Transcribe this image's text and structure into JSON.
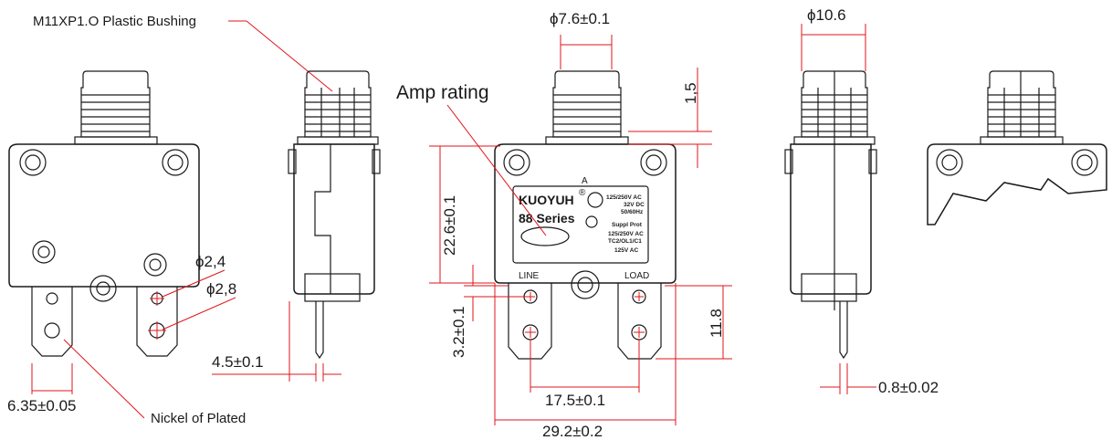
{
  "labels": {
    "bushing": "M11XP1.O Plastic Bushing",
    "amp_rating": "Amp rating",
    "nickel": "Nickel of Plated",
    "line": "LINE",
    "load": "LOAD",
    "face_a": "A"
  },
  "dimensions": {
    "hole_small": "ϕ2,4",
    "hole_large": "ϕ2,8",
    "tab_width": "6.35±0.05",
    "tab_thick": "4.5±0.1",
    "bushing_dia": "ϕ7.6±0.1",
    "cap_height": "1,5",
    "body_height": "22.6±0.1",
    "tab_offset": "3.2±0.1",
    "tab_length": "11.8",
    "tab_pitch": "17.5±0.1",
    "body_width": "29.2±0.2",
    "overall_dia": "ϕ10.6",
    "pin_thick": "0.8±0.02"
  },
  "face_label": {
    "brand": "KUOYUH",
    "reg": "®",
    "series": "88 Series",
    "rating1": "125/250V AC",
    "rating2": "32V DC",
    "rating3": "50/60Hz",
    "suppl": "Suppl Prot",
    "rating4": "125/250V AC",
    "code": "TC2/OL1/C1",
    "rating5": "125V AC"
  },
  "colors": {
    "outline": "#1a1a1a",
    "dimension": "#e0141b",
    "background": "#ffffff"
  }
}
